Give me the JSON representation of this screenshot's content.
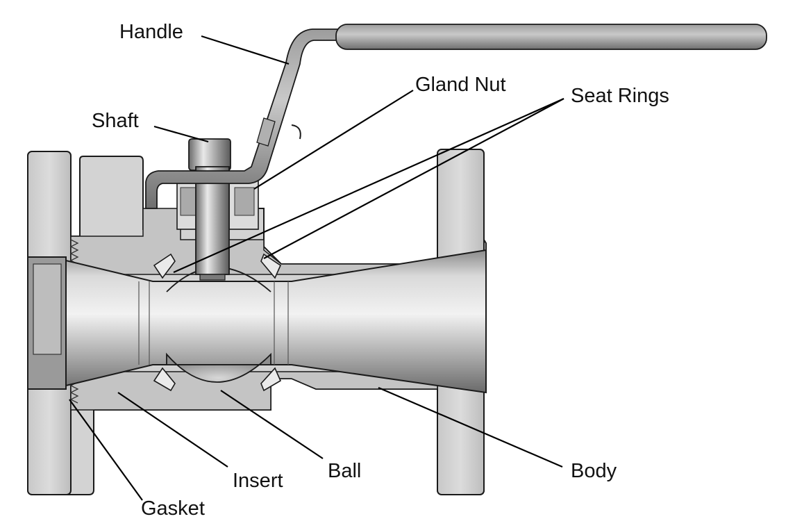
{
  "diagram": {
    "labels": {
      "handle": "Handle",
      "gland_nut": "Gland Nut",
      "seat_rings": "Seat Rings",
      "shaft": "Shaft",
      "insert": "Insert",
      "ball": "Ball",
      "body": "Body",
      "gasket": "Gasket"
    },
    "colors": {
      "background": "#ffffff",
      "metal_light": "#e4e4e4",
      "metal_mid": "#b5b5b5",
      "metal_dark": "#6e6e6e",
      "outline": "#1a1a1a"
    }
  }
}
